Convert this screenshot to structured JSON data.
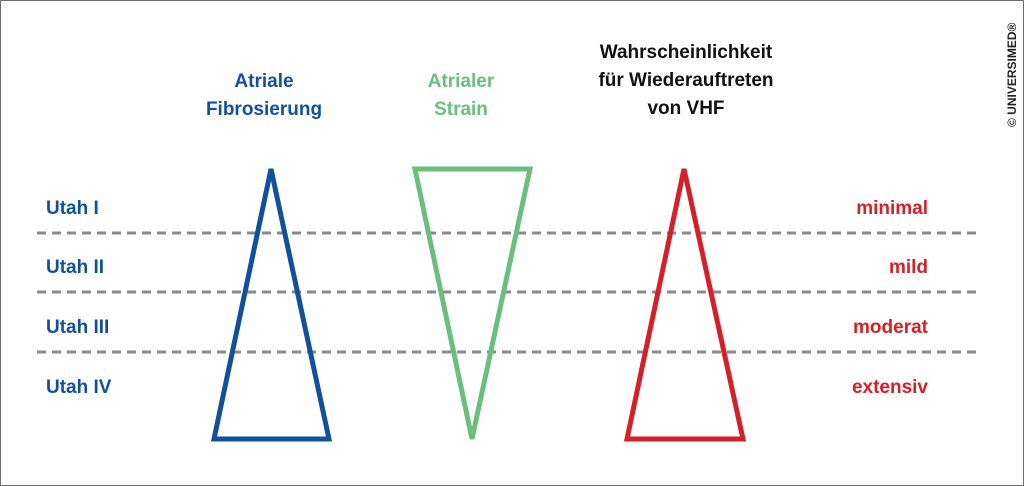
{
  "columns": {
    "fibrosis": [
      "Atriale",
      "Fibrosierung"
    ],
    "strain": [
      "Atrialer",
      "Strain"
    ],
    "recurrence": [
      "Wahrscheinlichkeit",
      "für Wiederauftreten",
      "von VHF"
    ]
  },
  "stages": [
    "Utah I",
    "Utah II",
    "Utah III",
    "Utah IV"
  ],
  "severity": [
    "minimal",
    "mild",
    "moderat",
    "extensiv"
  ],
  "copyright": "© UNIVERSIMED®",
  "colors": {
    "fibrosis": "#13509c",
    "strain": "#6bbf7c",
    "recurrence": "#d42129",
    "divider": "#8a8a8a"
  }
}
